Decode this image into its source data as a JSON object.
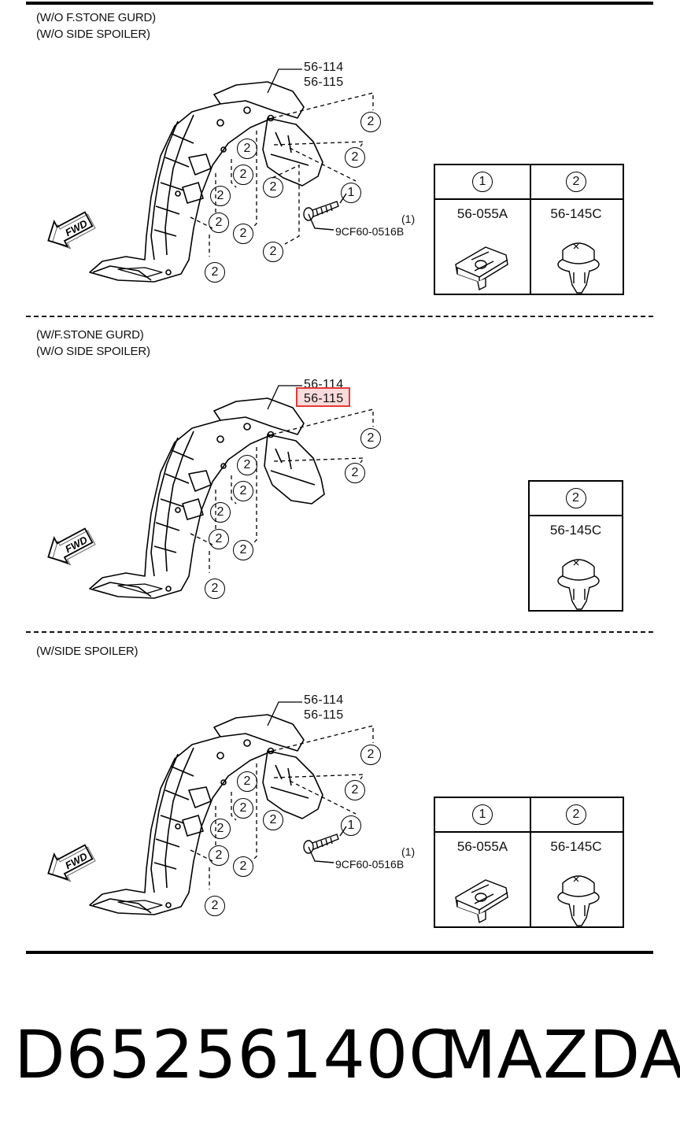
{
  "sections": [
    {
      "captions": [
        "(W/O F.STONE GURD)",
        "(W/O SIDE SPOILER)"
      ],
      "part_number_1": "56-114",
      "part_number_2": "56-115",
      "callout_label": "2",
      "screw_label": "1",
      "screw_part": "9CF60-0516B",
      "screw_qty": "(1)",
      "fwd_label": "FWD",
      "legend": [
        {
          "callout": "1",
          "part": "56-055A"
        },
        {
          "callout": "2",
          "part": "56-145C"
        }
      ]
    },
    {
      "captions": [
        "(W/F.STONE GURD)",
        "(W/O SIDE SPOILER)"
      ],
      "part_number_1": "56-114",
      "part_number_2": "56-115",
      "callout_label": "2",
      "fwd_label": "FWD",
      "legend": [
        {
          "callout": "2",
          "part": "56-145C"
        }
      ]
    },
    {
      "captions": [
        "(W/SIDE SPOILER)"
      ],
      "part_number_1": "56-114",
      "part_number_2": "56-115",
      "callout_label": "2",
      "screw_label": "1",
      "screw_part": "9CF60-0516B",
      "screw_qty": "(1)",
      "fwd_label": "FWD",
      "legend": [
        {
          "callout": "1",
          "part": "56-055A"
        },
        {
          "callout": "2",
          "part": "56-145C"
        }
      ]
    }
  ],
  "product": {
    "part_code": "D65256140C",
    "brand": "MAZDA"
  },
  "colors": {
    "line": "#000000",
    "highlight": "#e53935"
  }
}
